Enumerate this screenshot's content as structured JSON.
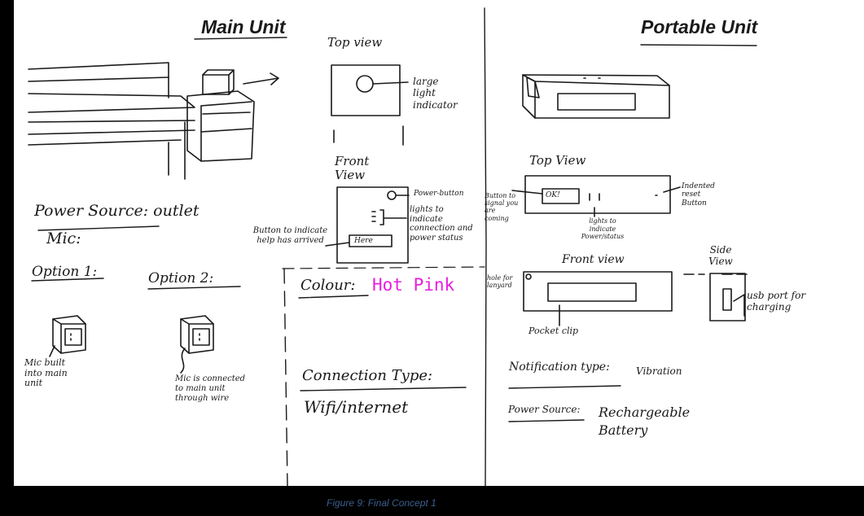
{
  "main_unit": {
    "title": "Main Unit",
    "top_view_label": "Top view",
    "large_light_label": "large light indicator",
    "front_view_label": "Front View",
    "power_button_label": "Power-button",
    "lights_label": "lights to indicate connection and power status",
    "here_button_text": "Here",
    "help_button_label": "Button to indicate help has arrived",
    "power_source": "Power Source: outlet",
    "mic_label": "Mic:",
    "option1_label": "Option 1:",
    "option2_label": "Option 2:",
    "option1_note": "Mic built into main unit",
    "option2_note": "Mic is connected to main unit through wire"
  },
  "middle": {
    "colour_label": "Colour:",
    "colour_value": "Hot Pink",
    "connection_label": "Connection Type:",
    "connection_value": "Wifi/internet"
  },
  "portable_unit": {
    "title": "Portable Unit",
    "top_view_label": "Top View",
    "ok_button_text": "OK!",
    "signal_button_label": "Button to signal you are coming",
    "lights_label": "lights to indicate Power/status",
    "reset_label": "Indented reset Button",
    "front_view_label": "Front view",
    "hole_label": "hole for lanyard",
    "pocket_clip_label": "Pocket clip",
    "side_view_label": "Side View",
    "usb_label": "usb port for charging",
    "notification_label": "Notification type:",
    "notification_value": "Vibration",
    "power_source_label": "Power Source:",
    "power_source_value": "Rechargeable Battery"
  },
  "caption": "Figure 9: Final Concept 1",
  "colors": {
    "hot_pink": "#e81ee0",
    "ink": "#1a1a1a",
    "caption": "#3b5f8f"
  }
}
